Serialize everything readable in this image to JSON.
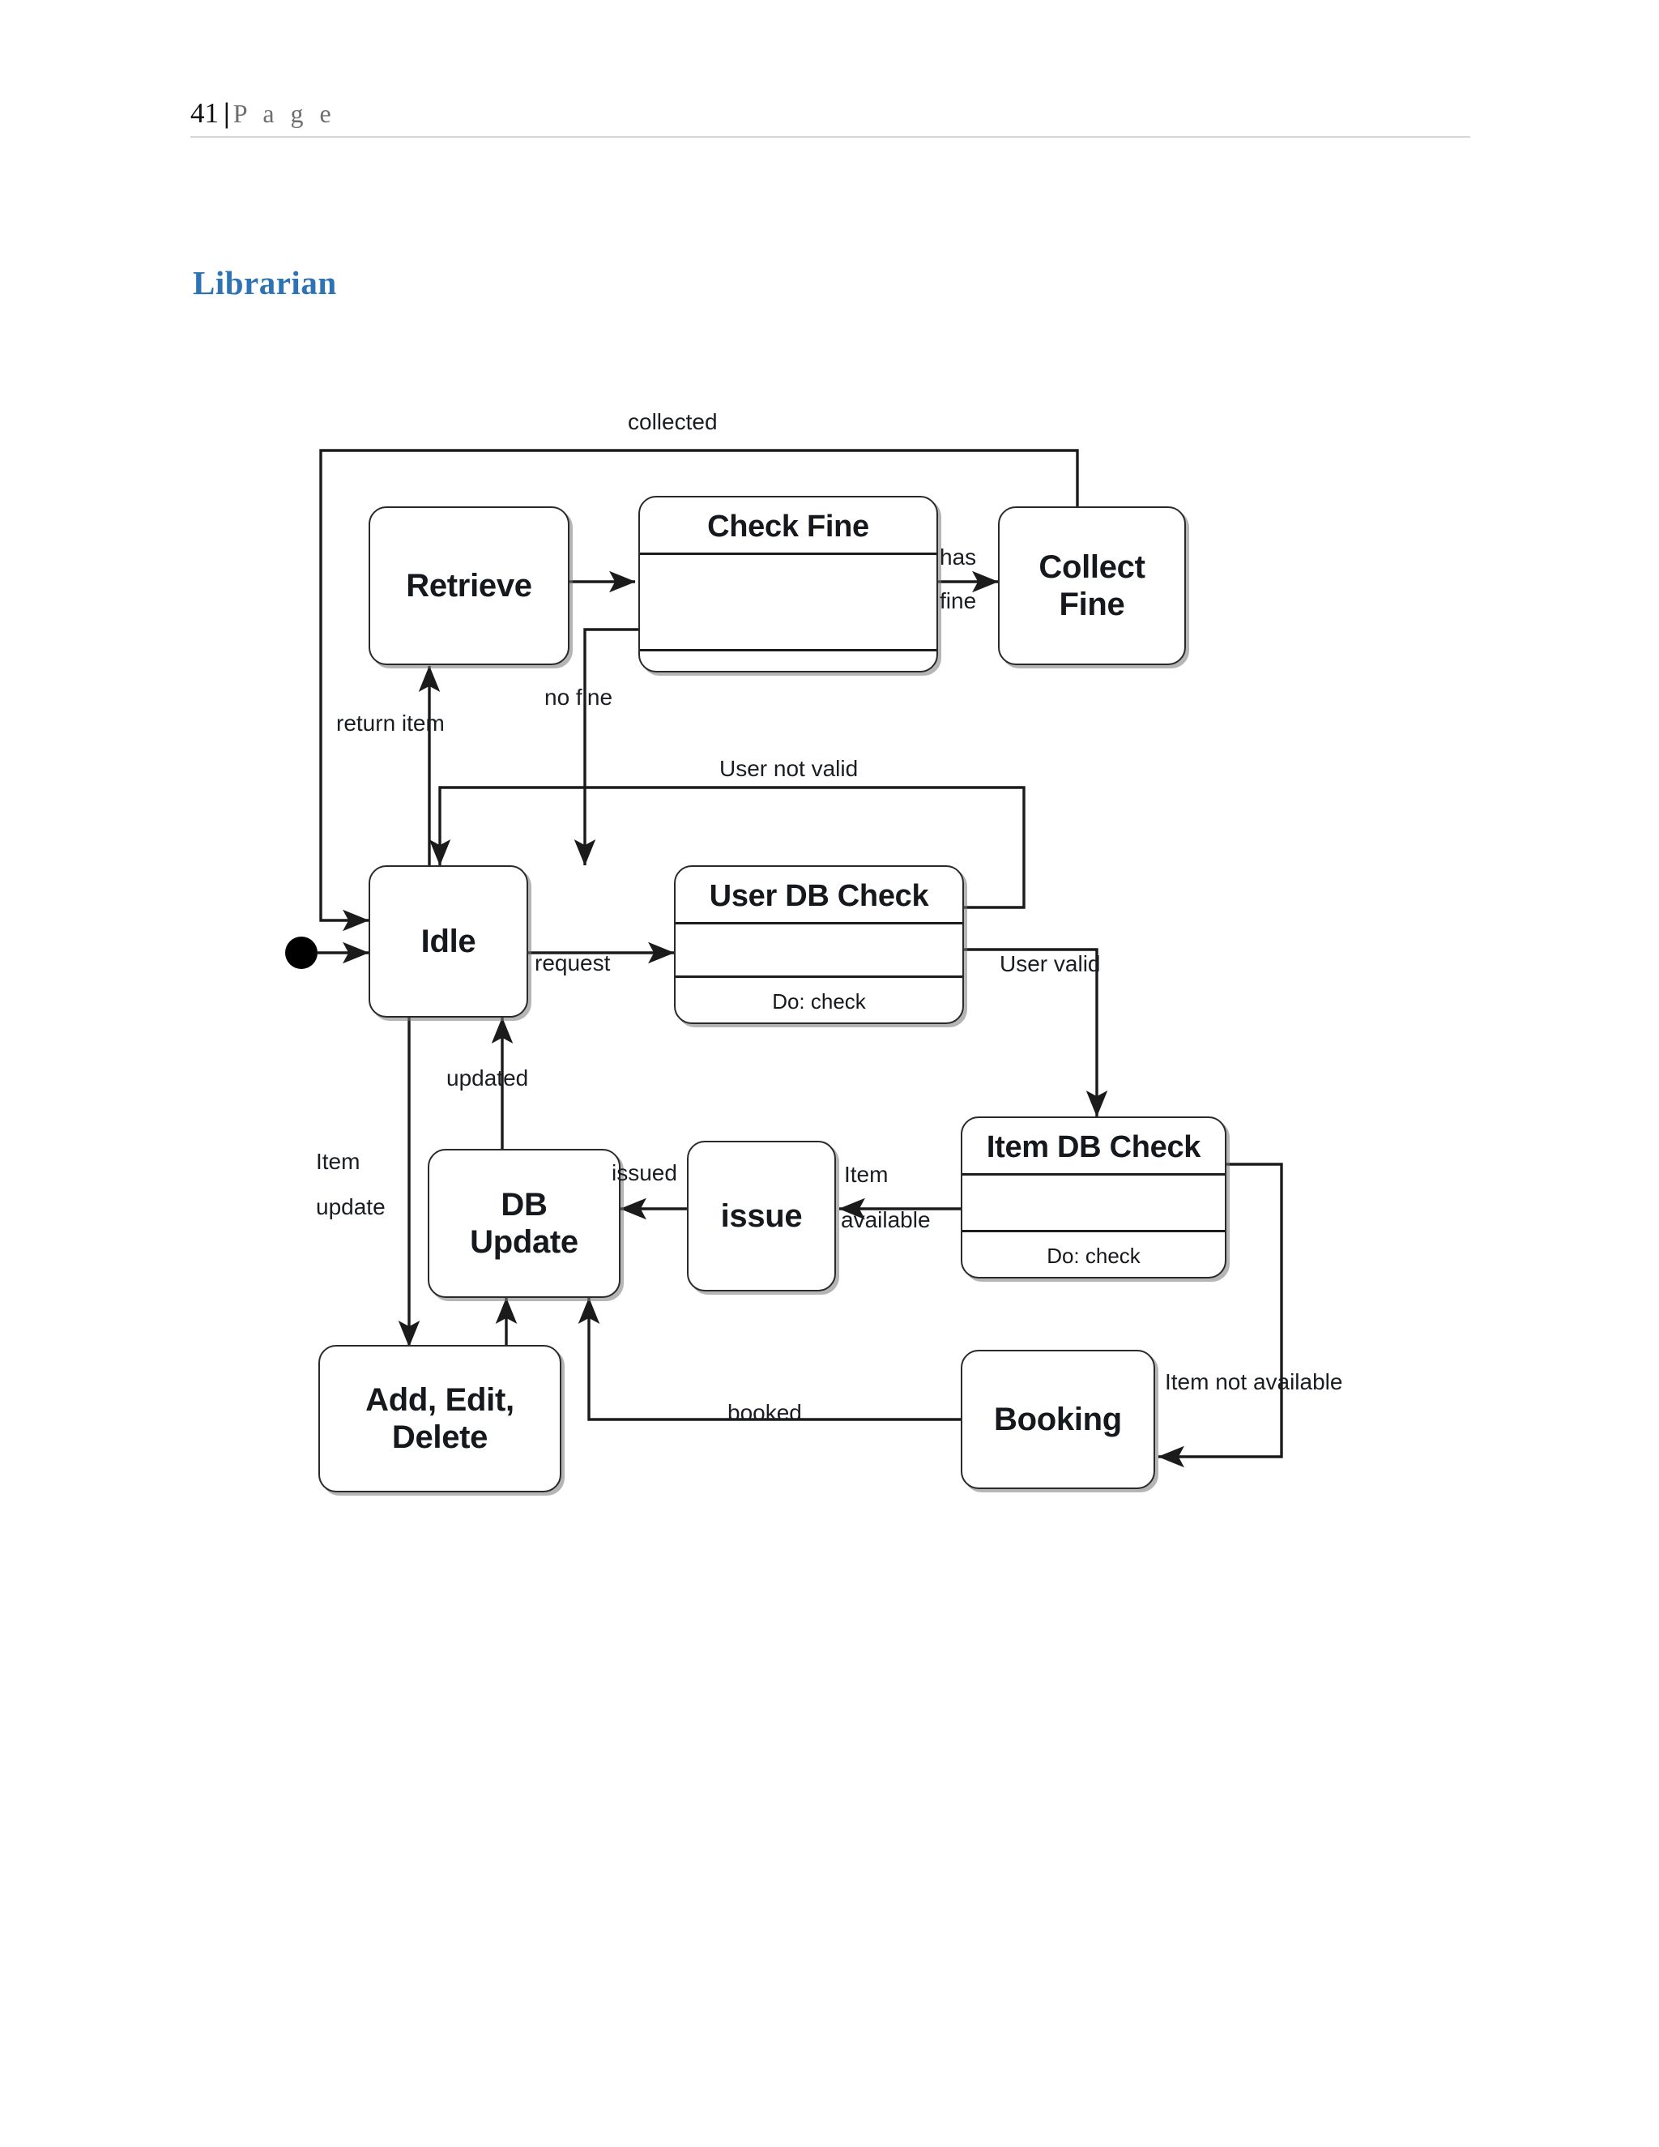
{
  "page_header": {
    "page_number": "41",
    "separator": "|",
    "page_word": "P a g e"
  },
  "section": {
    "heading": "Librarian",
    "heading_color": "#2E74B5"
  },
  "diagram": {
    "type": "uml-state-machine",
    "actor": "Librarian",
    "initial_state_label": "initial-state",
    "states": [
      {
        "id": "retrieve",
        "name": "Retrieve",
        "kind": "simple"
      },
      {
        "id": "check_fine",
        "name": "Check Fine",
        "kind": "compartment",
        "do": ""
      },
      {
        "id": "collect_fine",
        "name": "Collect\nFine",
        "name_line1": "Collect",
        "name_line2": "Fine",
        "kind": "simple"
      },
      {
        "id": "idle",
        "name": "Idle",
        "kind": "simple"
      },
      {
        "id": "user_db",
        "name": "User DB Check",
        "kind": "compartment",
        "do": "Do: check"
      },
      {
        "id": "item_db",
        "name": "Item DB Check",
        "kind": "compartment",
        "do": "Do: check"
      },
      {
        "id": "db_update",
        "name": "DB\nUpdate",
        "name_line1": "DB",
        "name_line2": "Update",
        "kind": "simple"
      },
      {
        "id": "issue",
        "name": "issue",
        "kind": "simple"
      },
      {
        "id": "add_edit_delete",
        "name": "Add, Edit,\nDelete",
        "name_line1": "Add, Edit,",
        "name_line2": "Delete",
        "kind": "simple"
      },
      {
        "id": "booking",
        "name": "Booking",
        "kind": "simple"
      }
    ],
    "transitions": [
      {
        "from": "collect_fine",
        "to": "idle",
        "label": "collected"
      },
      {
        "from": "retrieve",
        "to": "check_fine",
        "label": ""
      },
      {
        "from": "check_fine",
        "to": "collect_fine",
        "label_line1": "has",
        "label_line2": "fine"
      },
      {
        "from": "check_fine",
        "to": "idle",
        "label": "no fine"
      },
      {
        "from": "idle",
        "to": "retrieve",
        "label": "return item"
      },
      {
        "from": "idle",
        "to": "user_db",
        "label": "request"
      },
      {
        "from": "user_db",
        "to": "idle",
        "label": "User not valid"
      },
      {
        "from": "user_db",
        "to": "item_db",
        "label": "User valid"
      },
      {
        "from": "item_db",
        "to": "issue",
        "label_line1": "Item",
        "label_line2": "available"
      },
      {
        "from": "item_db",
        "to": "booking",
        "label": "Item not available"
      },
      {
        "from": "issue",
        "to": "db_update",
        "label": "issued"
      },
      {
        "from": "booking",
        "to": "db_update",
        "label": "booked"
      },
      {
        "from": "db_update",
        "to": "idle",
        "label": "updated"
      },
      {
        "from": "idle",
        "to": "add_edit_delete",
        "label_line1": "Item",
        "label_line2": "update"
      },
      {
        "from": "add_edit_delete",
        "to": "db_update",
        "label": ""
      }
    ],
    "labels": {
      "collected": "collected",
      "has": "has",
      "fine": "fine",
      "no_fine": "no fine",
      "return_item": "return item",
      "user_not_valid": "User not valid",
      "request": "request",
      "user_valid": "User valid",
      "updated": "updated",
      "item": "Item",
      "update": "update",
      "issued": "issued",
      "item_lbl": "Item",
      "available": "available",
      "booked": "booked",
      "item_not_available": "Item not available",
      "do_check": "Do: check"
    },
    "state_names": {
      "retrieve": "Retrieve",
      "check_fine": "Check Fine",
      "collect_1": "Collect",
      "collect_2": "Fine",
      "idle": "Idle",
      "user_db_check": "User DB Check",
      "item_db_check": "Item DB Check",
      "db_1": "DB",
      "db_2": "Update",
      "issue": "issue",
      "aed_1": "Add, Edit,",
      "aed_2": "Delete",
      "booking": "Booking"
    },
    "colors": {
      "stroke": "#2a2a2a",
      "fill": "#ffffff",
      "text": "#15181c",
      "shadow": "rgba(120,120,120,0.55)"
    }
  }
}
